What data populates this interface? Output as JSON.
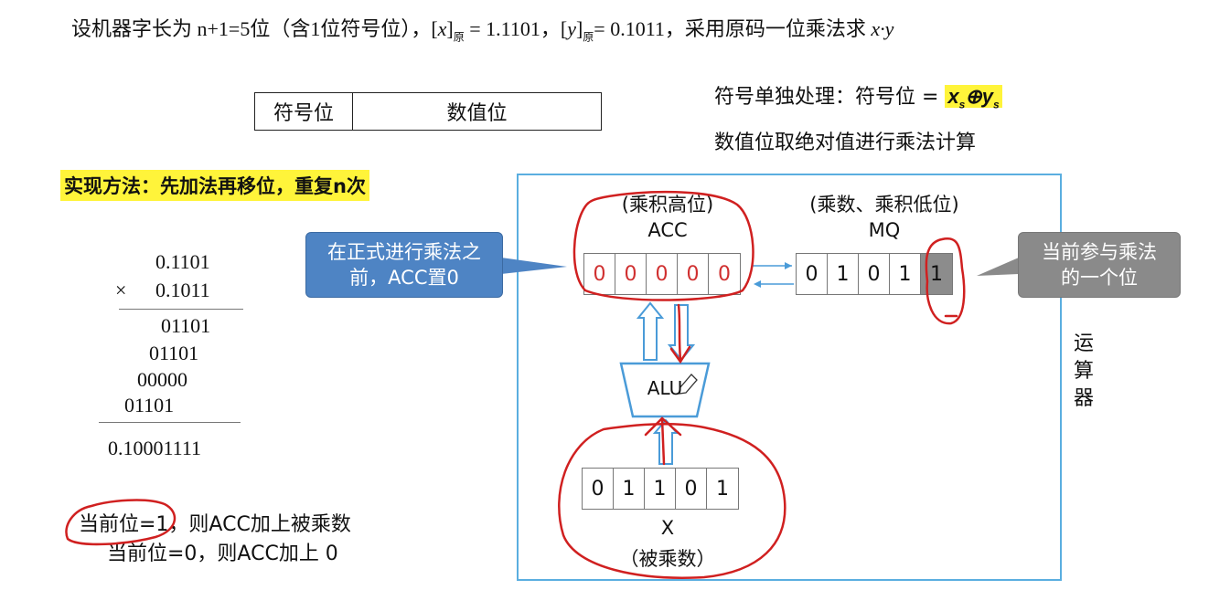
{
  "title": {
    "part1": "设机器字长为 n+1=5位（含1位符号位），",
    "x_open": "[",
    "x_var": "x",
    "x_close": "]",
    "sub": "原",
    "eq1": " = 1.1101，",
    "y_open": "[",
    "y_var": "y",
    "y_close": "]",
    "eq2": "= 0.1011，采用原码一位乘法求 ",
    "expr": "x·y"
  },
  "format_box": {
    "sign": "符号位",
    "value": "数值位"
  },
  "notes": {
    "sign_prefix": "符号单独处理：符号位 = ",
    "xs": "x",
    "s1": "s",
    "xor": "⊕",
    "ys": "y",
    "s2": "s",
    "value_line": "数值位取绝对值进行乘法计算"
  },
  "method": "实现方法：先加法再移位，重复n次",
  "multiplication": {
    "multiplicand": "0.1101",
    "times": "×",
    "multiplier": "0.1011",
    "partials": [
      "01101",
      "01101",
      "00000",
      "01101"
    ],
    "result": "0.10001111"
  },
  "rules": {
    "one": "当前位=1，则ACC加上被乘数",
    "zero": "当前位=0，则ACC加上 0"
  },
  "datapath": {
    "acc_caption": "(乘积高位)",
    "acc_name": "ACC",
    "acc_bits": [
      "0",
      "0",
      "0",
      "0",
      "0"
    ],
    "mq_caption": "(乘数、乘积低位)",
    "mq_name": "MQ",
    "mq_bits": [
      "0",
      "1",
      "0",
      "1",
      "1"
    ],
    "alu_label": "ALU",
    "x_bits": [
      "0",
      "1",
      "1",
      "0",
      "1"
    ],
    "x_name": "X",
    "x_caption": "（被乘数）",
    "unit_label": "运算器"
  },
  "callouts": {
    "left": "在正式进行乘法之前，ACC置0",
    "right": "当前参与乘法的一个位"
  },
  "colors": {
    "highlight": "#fff43a",
    "callout_blue": "#4e84c4",
    "callout_gray": "#8a8a8a",
    "unit_border": "#5aaee0",
    "annotation_red": "#d02020",
    "arrow_blue": "#4a9bd8"
  }
}
